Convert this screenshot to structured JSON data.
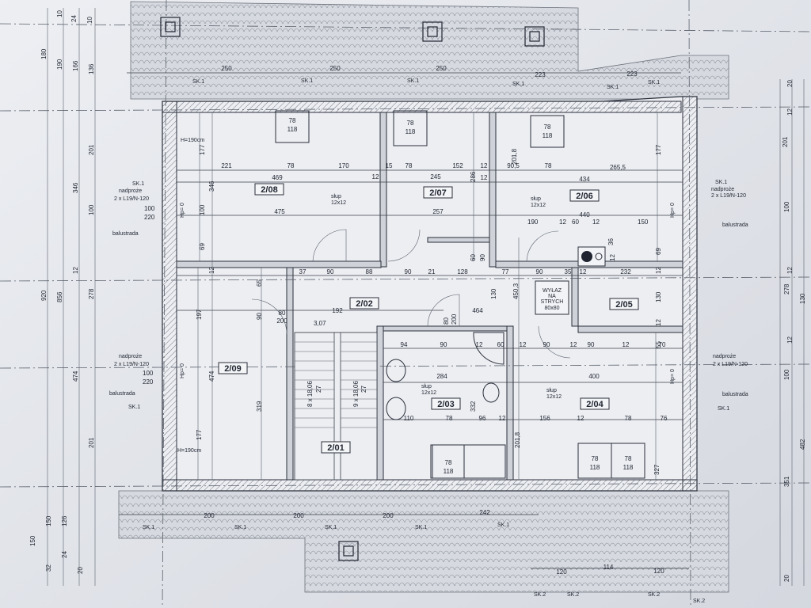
{
  "rooms": {
    "r208": "2/08",
    "r207": "2/07",
    "r206": "2/06",
    "r205": "2/05",
    "r202": "2/02",
    "r209": "2/09",
    "r203": "2/03",
    "r204": "2/04",
    "r201": "2/01"
  },
  "windows": {
    "size_a": "78",
    "size_b": "118"
  },
  "notes": {
    "h190": "H=190cm",
    "nadproze": "nadproże",
    "lintel": "2 x L19/N-120",
    "balustrada": "balustrada",
    "slup": "słup",
    "slup_size": "12x12",
    "wylaz1": "WYŁAZ",
    "wylaz2": "NA",
    "wylaz3": "STRYCH",
    "wylaz4": "80x80",
    "level": "3,07",
    "hp": "Hp= 0",
    "stairs1": "8 x 18,06",
    "stairs2": "9 x 18,06",
    "stairs_run": "27"
  },
  "sections": {
    "sk1": "SK.1",
    "sk2": "SK.2"
  },
  "dims_top": [
    "250",
    "250",
    "250",
    "223",
    "223"
  ],
  "dims_row1": [
    "221",
    "78",
    "170",
    "12",
    "15",
    "78",
    "245",
    "152",
    "12",
    "90,5",
    "78",
    "265,5"
  ],
  "dims_row2": [
    "469",
    "12",
    "434"
  ],
  "dims_row3": [
    "475",
    "257",
    "440"
  ],
  "dims_mid": [
    "37",
    "90",
    "88",
    "90",
    "21",
    "128",
    "77",
    "90",
    "35",
    "12",
    "232"
  ],
  "dims_lower": [
    "94",
    "90",
    "12",
    "60",
    "12",
    "90",
    "12",
    "90",
    "12",
    "70"
  ],
  "dims_lower2": [
    "284",
    "400"
  ],
  "dims_bot_row": [
    "110",
    "78",
    "96",
    "12",
    "156",
    "12",
    "78",
    "76"
  ],
  "dims_bottom": [
    "200",
    "200",
    "200",
    "242"
  ],
  "dims_bottom2": [
    "120",
    "114",
    "120"
  ],
  "dims_left_a": [
    "10",
    "24",
    "10",
    "180",
    "190",
    "166",
    "136",
    "201",
    "346",
    "100",
    "12",
    "920",
    "856",
    "278",
    "474",
    "201",
    "150",
    "150",
    "126",
    "24",
    "32",
    "20"
  ],
  "dims_right": [
    "20",
    "12",
    "201",
    "100",
    "12",
    "278",
    "130",
    "12",
    "100",
    "482",
    "351",
    "20"
  ],
  "dims_misc": [
    "177",
    "346",
    "100",
    "69",
    "12",
    "65",
    "197",
    "474",
    "319",
    "177",
    "90",
    "80",
    "200",
    "192",
    "464",
    "130",
    "450,3",
    "201,8",
    "201,8",
    "80",
    "200",
    "60",
    "90",
    "100",
    "220",
    "100",
    "220",
    "190",
    "150",
    "12",
    "60",
    "12",
    "36",
    "12",
    "286",
    "332",
    "327",
    "55",
    "12",
    "130",
    "69",
    "177",
    "12"
  ]
}
